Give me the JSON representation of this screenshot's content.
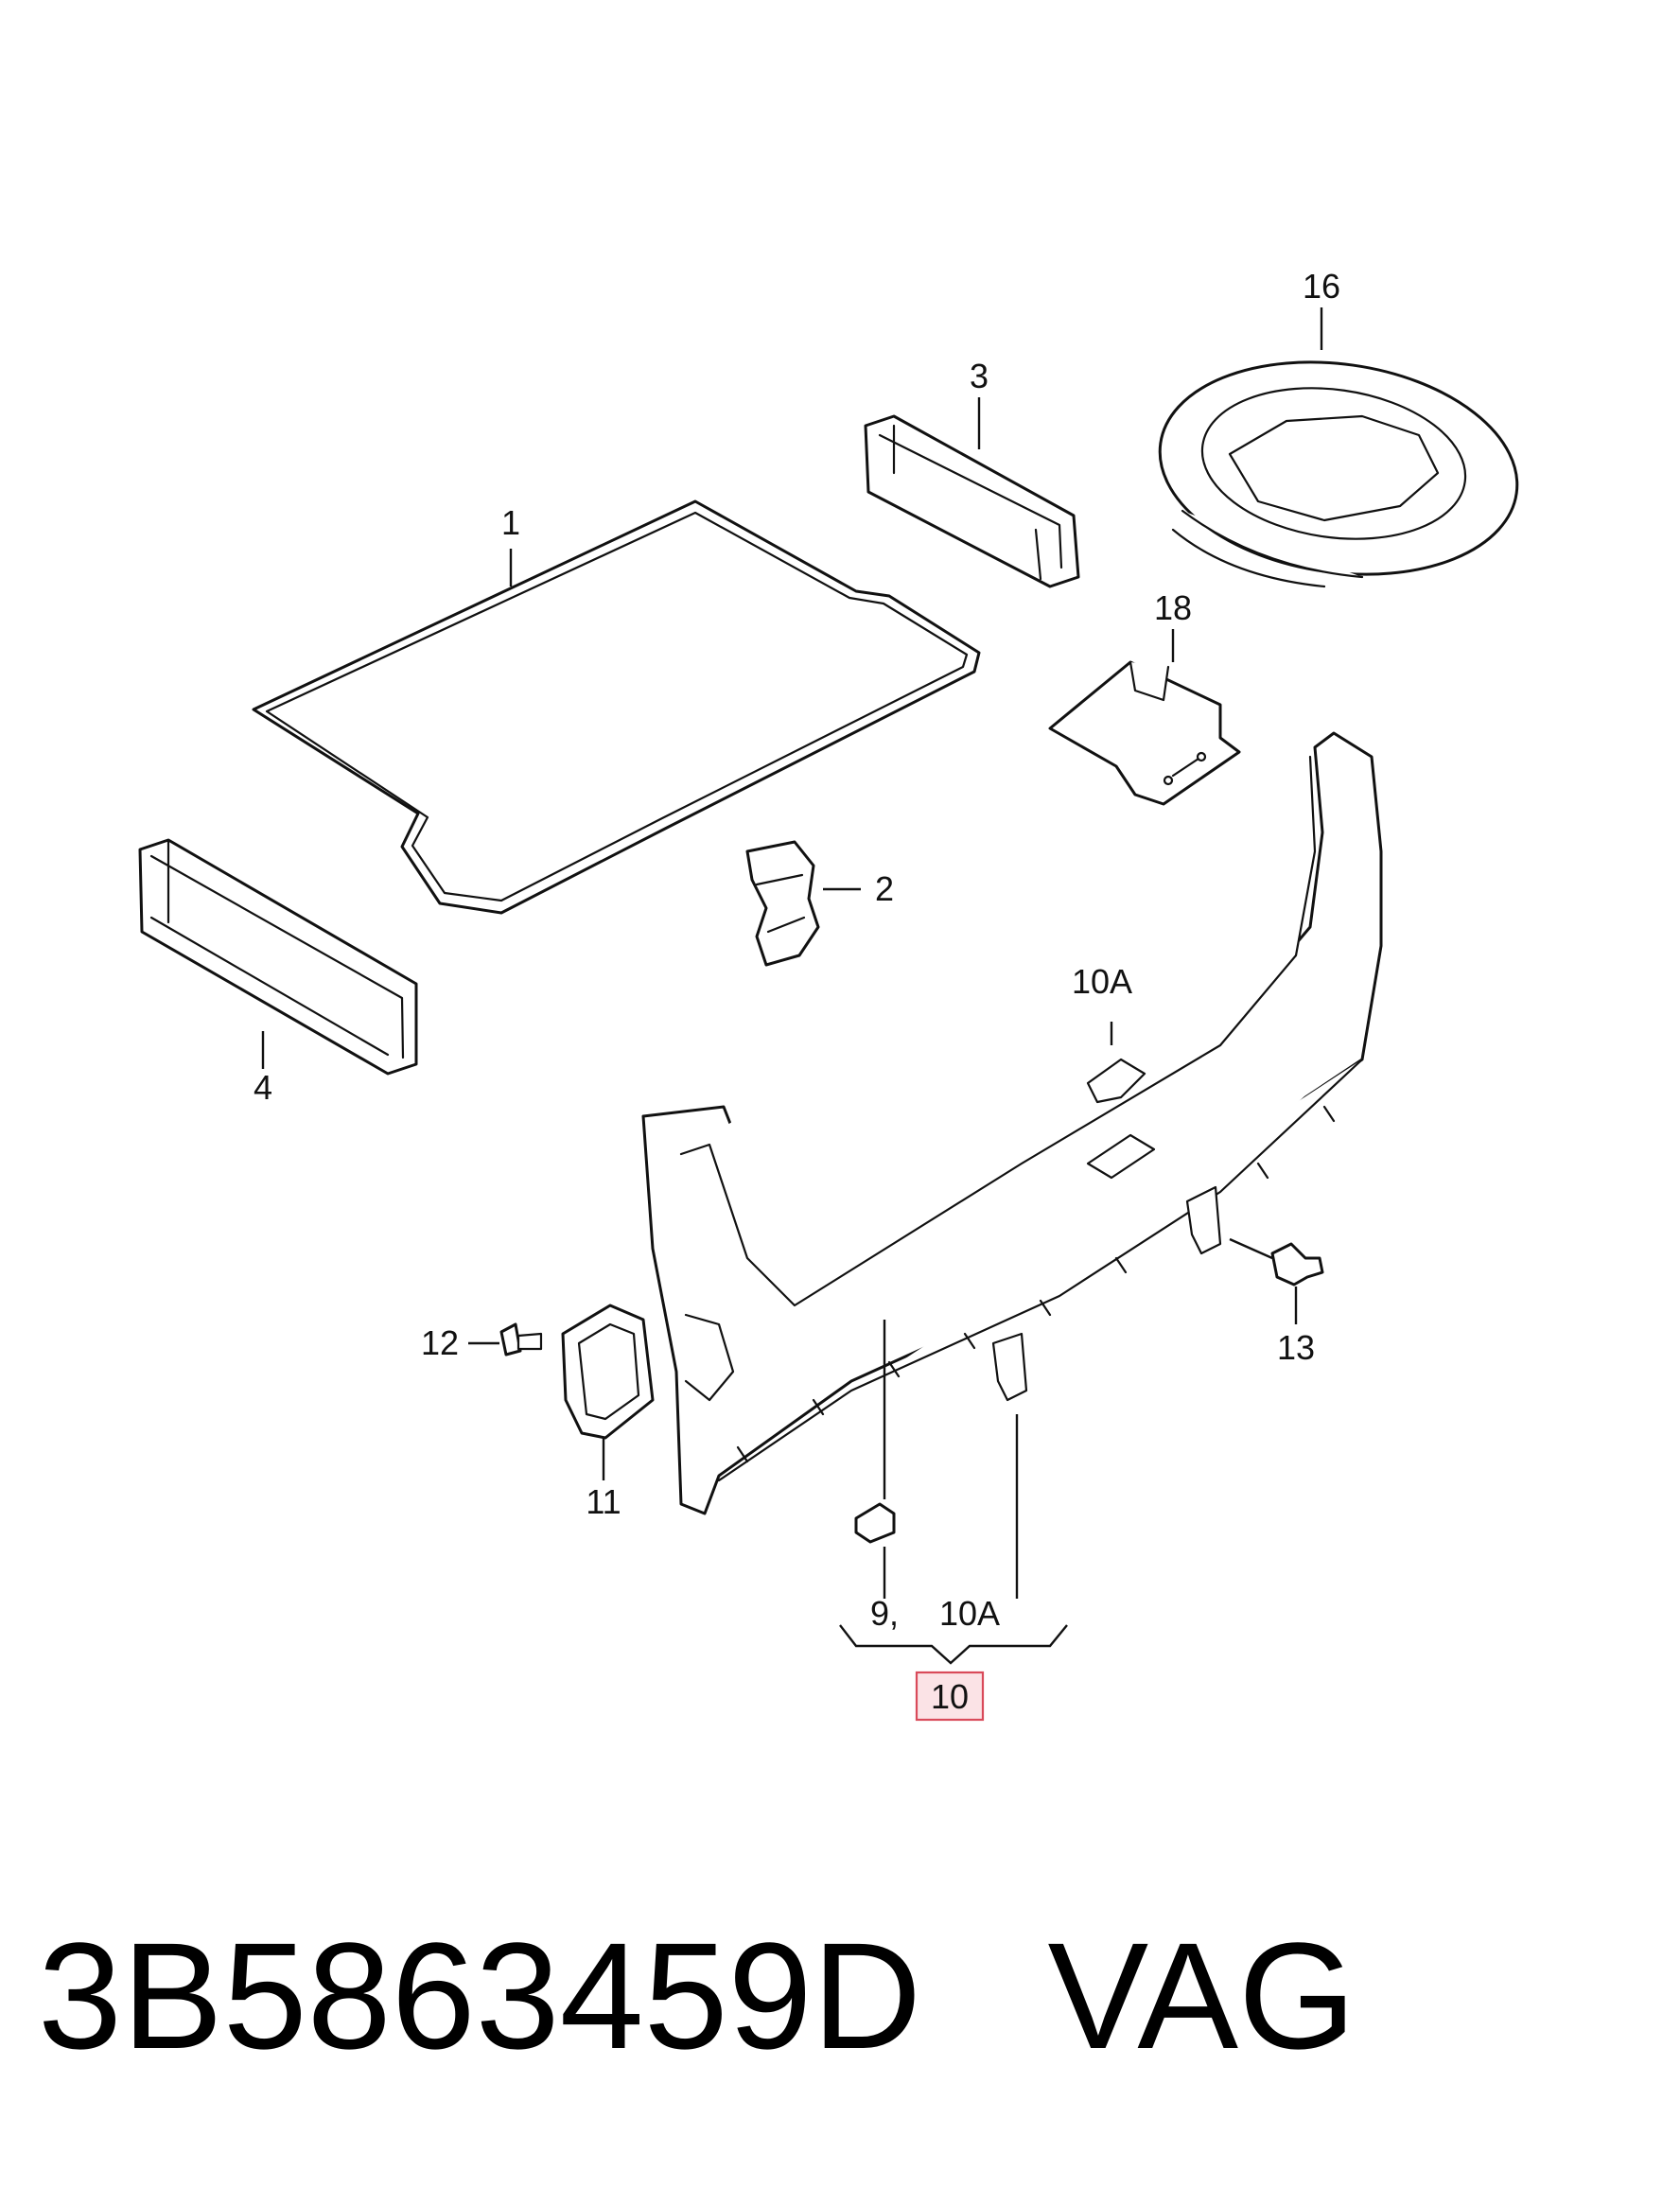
{
  "callouts": {
    "c1": "1",
    "c2": "2",
    "c3": "3",
    "c4": "4",
    "c9": "9,",
    "c10": "10",
    "c10a_top": "10A",
    "c10a_bottom": "10A",
    "c11": "11",
    "c12": "12",
    "c13": "13",
    "c16": "16",
    "c18": "18"
  },
  "highlight_color": "#d94a5a",
  "caption": {
    "part_number": "3B5863459D",
    "brand": "VAG"
  }
}
